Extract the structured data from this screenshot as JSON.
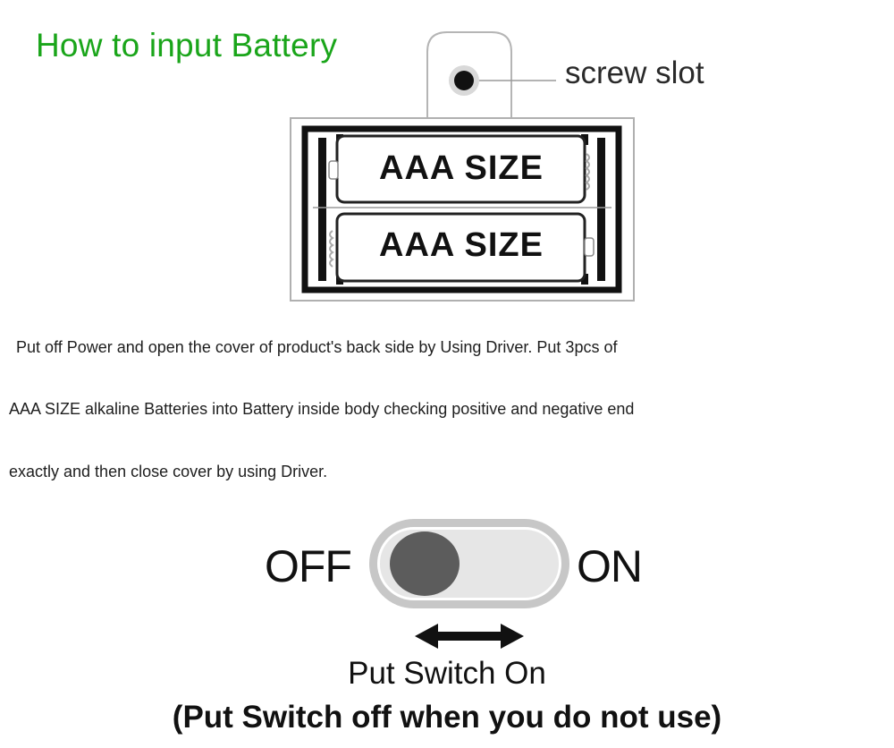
{
  "header": {
    "title": "How to input Battery"
  },
  "diagram": {
    "screw_label": "screw slot",
    "batteries": [
      "AAA SIZE",
      "AAA SIZE"
    ]
  },
  "instructions": {
    "line1": "Put off Power and open the cover of product's back side by Using Driver. Put 3pcs of",
    "line2": "AAA SIZE alkaline Batteries into Battery inside body checking  positive and negative end",
    "line3": "exactly and then close cover by using Driver."
  },
  "switch": {
    "off_label": "OFF",
    "on_label": "ON",
    "state": "off",
    "caption_main": "Put Switch On",
    "caption_sub": "(Put Switch off when you do not use)"
  },
  "colors": {
    "title": "#1aa51a",
    "switch_knob": "#5c5c5c",
    "switch_track": "#c7c7c7"
  }
}
